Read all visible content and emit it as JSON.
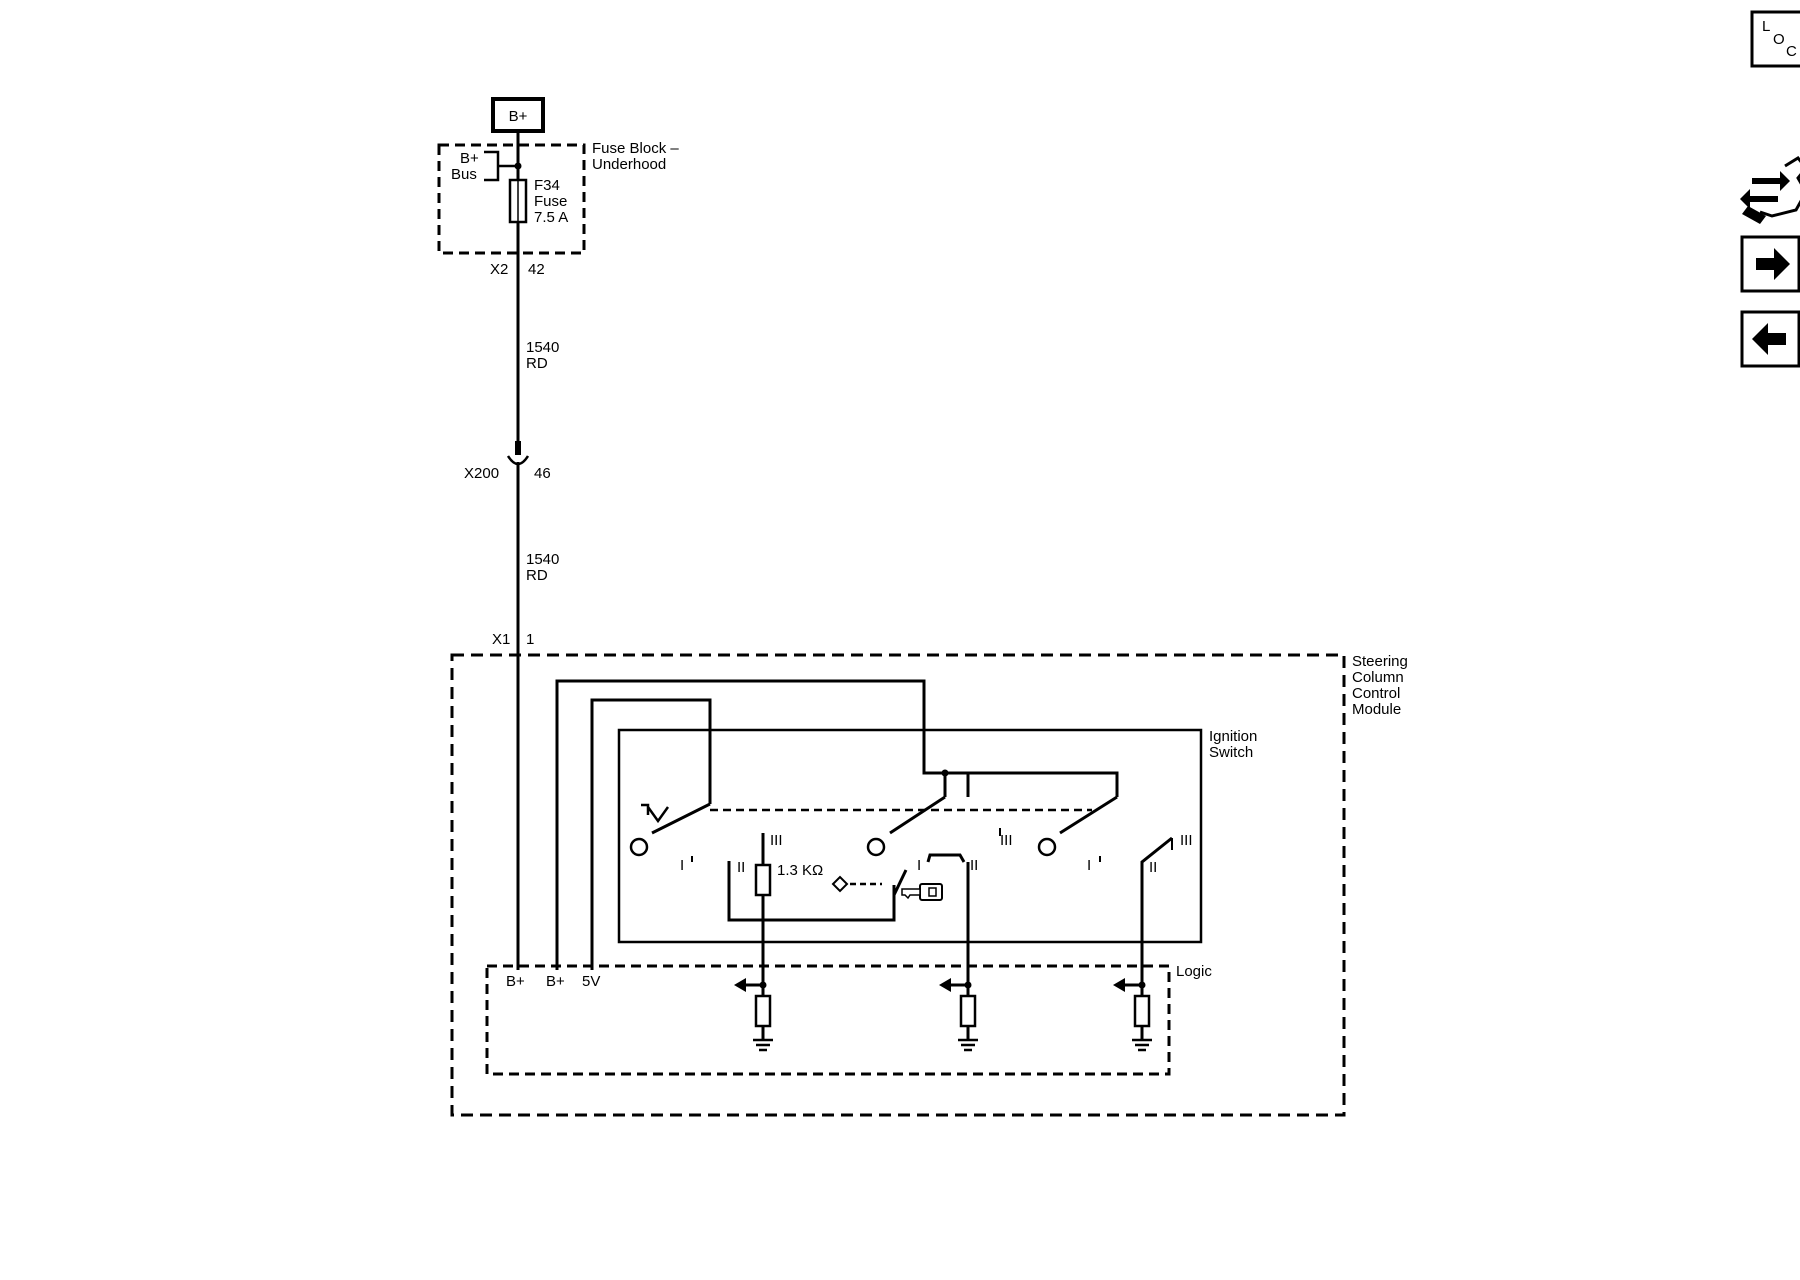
{
  "power": {
    "source_label": "B+"
  },
  "fuse_block": {
    "title_line1": "Fuse Block –",
    "title_line2": "Underhood",
    "bus_line1": "B+",
    "bus_line2": "Bus",
    "fuse_line1": "F34",
    "fuse_line2": "Fuse",
    "fuse_line3": "7.5 A",
    "connector": "X2",
    "pin": "42"
  },
  "wires": [
    {
      "circuit": "1540",
      "color": "RD"
    },
    {
      "circuit": "1540",
      "color": "RD"
    }
  ],
  "inline_connector": {
    "name": "X200",
    "pin": "46"
  },
  "module_connector": {
    "name": "X1",
    "pin": "1"
  },
  "module": {
    "title_line1": "Steering",
    "title_line2": "Column",
    "title_line3": "Control",
    "title_line4": "Module"
  },
  "ignition_switch": {
    "title_line1": "Ignition",
    "title_line2": "Switch",
    "resistor": "1.3 KΩ",
    "positions": {
      "p1": "I",
      "p2": "II",
      "p3": "III"
    }
  },
  "logic": {
    "title": "Logic",
    "inputs": [
      "B+",
      "B+",
      "5V"
    ]
  },
  "side_nav": {
    "loc_l": "L",
    "loc_o": "O",
    "loc_c": "C"
  }
}
